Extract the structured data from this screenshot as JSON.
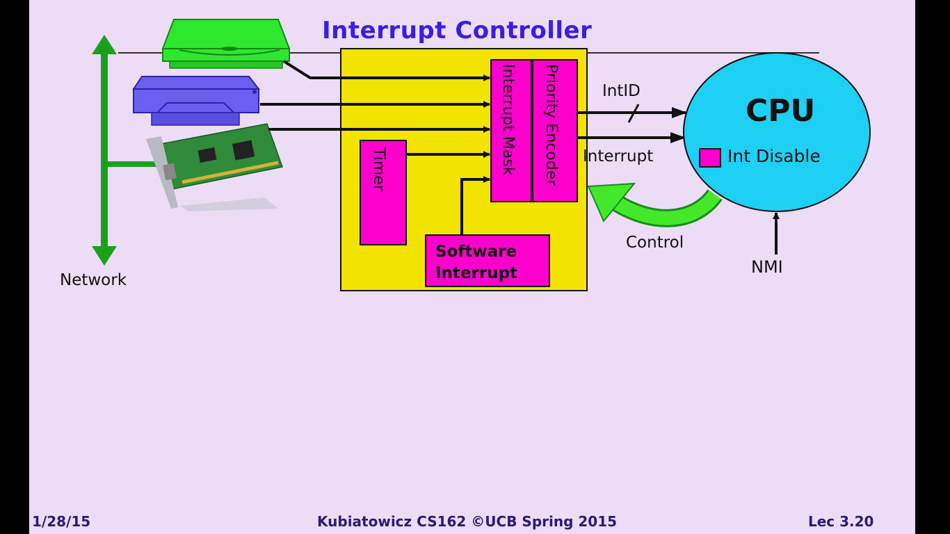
{
  "title": "Interrupt Controller",
  "controller": {
    "mask_label": "Interrupt Mask",
    "encoder_label": "Priority Encoder",
    "timer_label": "Timer",
    "software_interrupt_line1": "Software",
    "software_interrupt_line2": "Interrupt"
  },
  "cpu": {
    "label": "CPU",
    "int_disable_label": "Int Disable"
  },
  "signals": {
    "intid": "IntID",
    "interrupt": "Interrupt",
    "control": "Control",
    "nmi": "NMI",
    "network": "Network"
  },
  "footer": {
    "date": "1/28/15",
    "course": "Kubiatowicz CS162 ©UCB Spring 2015",
    "lecture": "Lec 3.20"
  },
  "colors": {
    "controller_fill": "#f2e400",
    "block_fill": "#ff00cc",
    "cpu_fill": "#1fd0f5",
    "network_green": "#1aa01a",
    "control_arrow": "#44e82a",
    "title": "#3a1ee6"
  }
}
